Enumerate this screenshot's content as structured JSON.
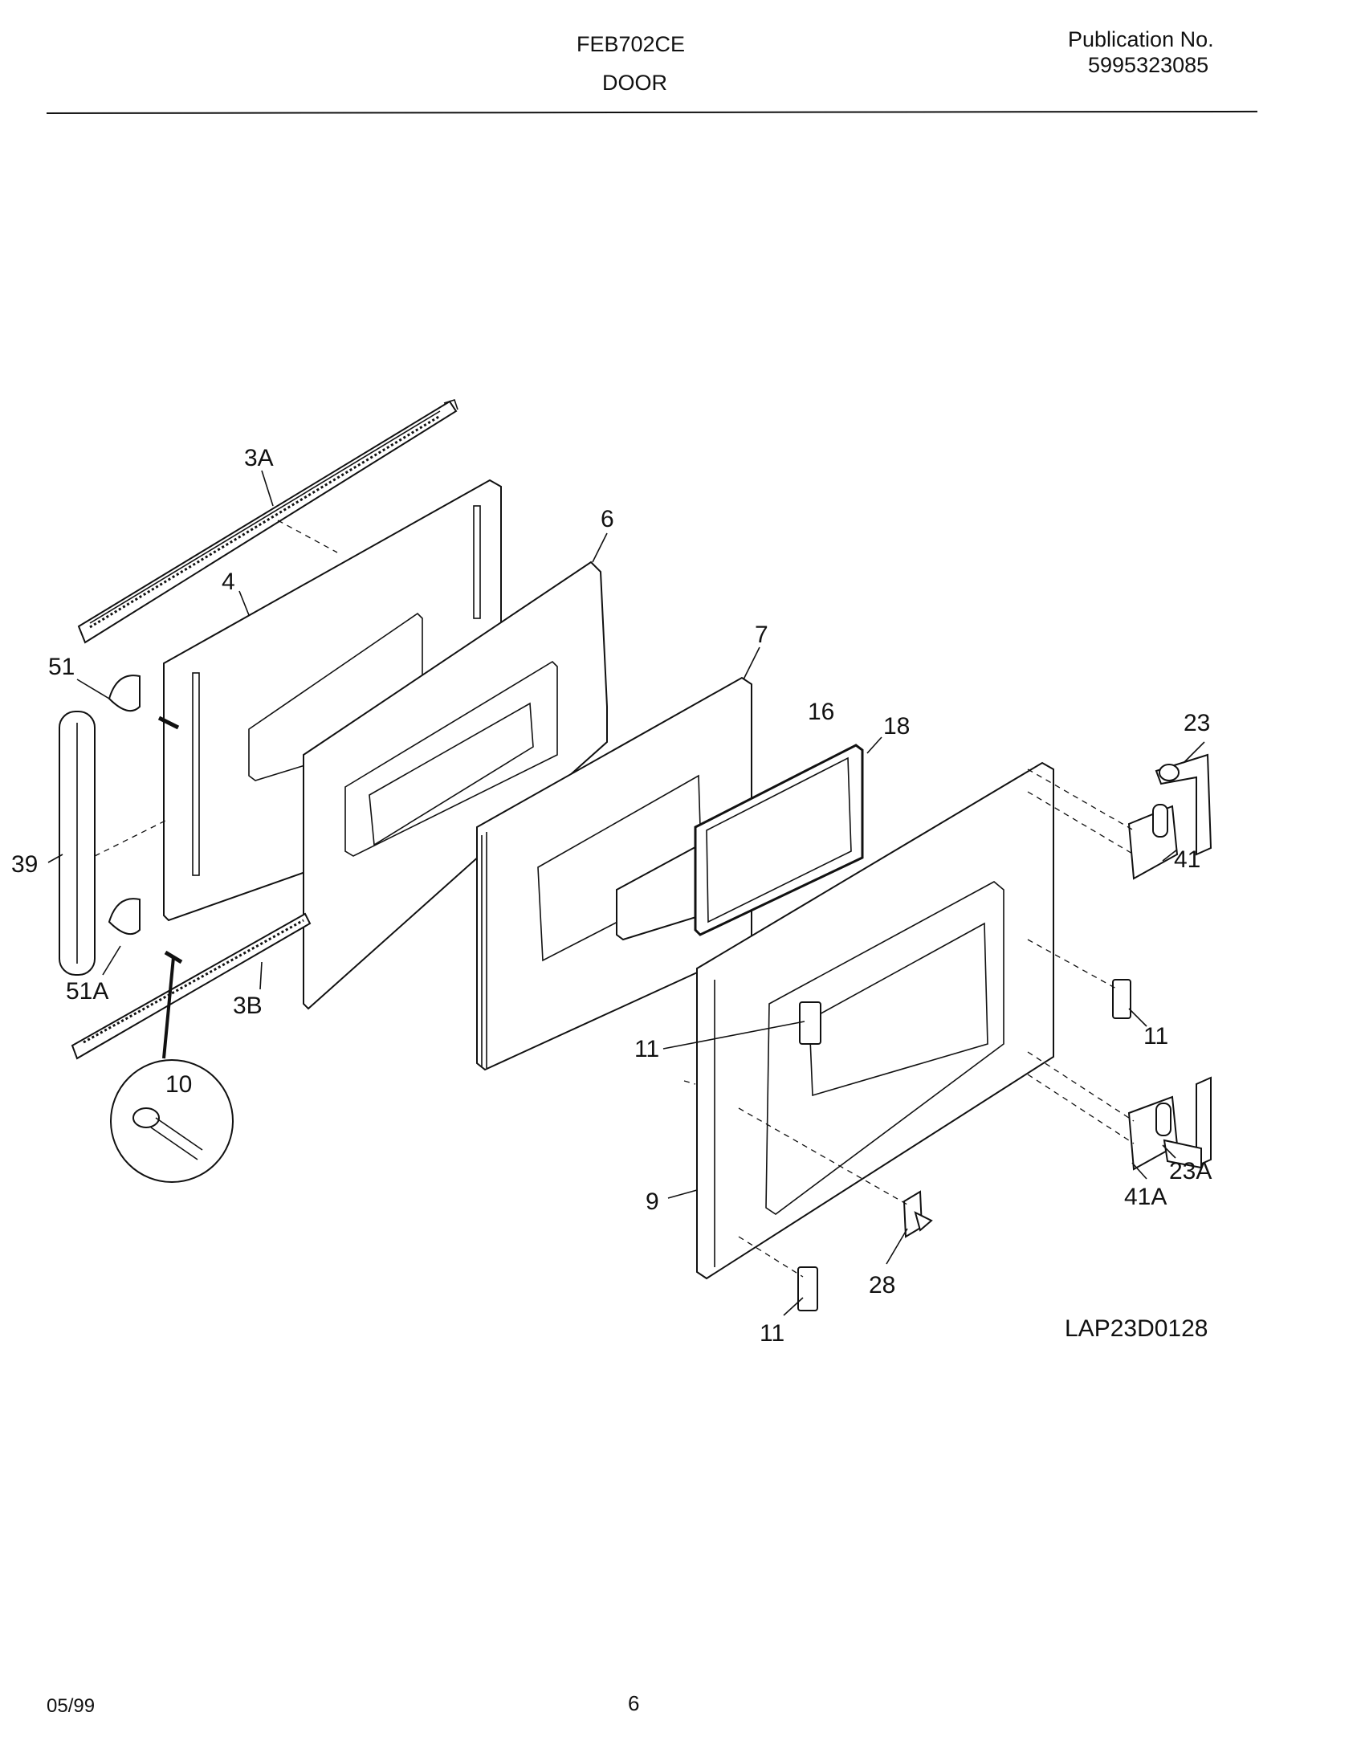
{
  "header": {
    "model": "FEB702CE",
    "section": "DOOR",
    "publication_label": "Publication No.",
    "publication_number": "5995323085"
  },
  "diagram": {
    "drawing_id": "LAP23D0128",
    "callouts": {
      "c3A": "3A",
      "c4": "4",
      "c6": "6",
      "c7": "7",
      "c16": "16",
      "c18": "18",
      "c23": "23",
      "c41": "41",
      "c51": "51",
      "c39": "39",
      "c51A": "51A",
      "c3B": "3B",
      "c10": "10",
      "c11a": "11",
      "c11b": "11",
      "c11c": "11",
      "c9": "9",
      "c28": "28",
      "c41A": "41A",
      "c23A": "23A"
    }
  },
  "footer": {
    "date": "05/99",
    "page": "6"
  }
}
